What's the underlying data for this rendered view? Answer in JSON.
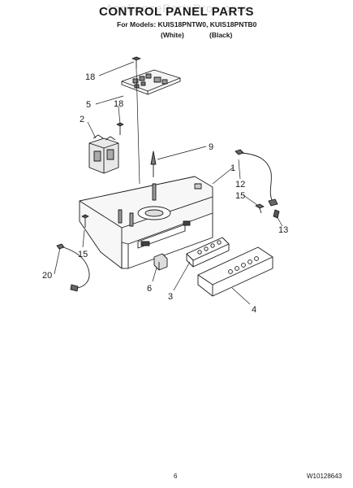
{
  "header": {
    "watermark": "AppliancePartsPros.com",
    "title": "CONTROL PANEL PARTS",
    "models": "For Models: KUIS18PNTW0, KUIS18PNTB0",
    "color_white": "(White)",
    "color_black": "(Black)"
  },
  "callouts": {
    "c18a": "18",
    "c5": "5",
    "c18b": "18",
    "c2": "2",
    "c9": "9",
    "c1": "1",
    "c12": "12",
    "c15a": "15",
    "c13": "13",
    "c15b": "15",
    "c20": "20",
    "c6": "6",
    "c3": "3",
    "c4": "4"
  },
  "footer": {
    "page_number": "6",
    "document_number": "W10128643"
  },
  "colors": {
    "ink": "#1a1a1a",
    "background": "#ffffff"
  }
}
